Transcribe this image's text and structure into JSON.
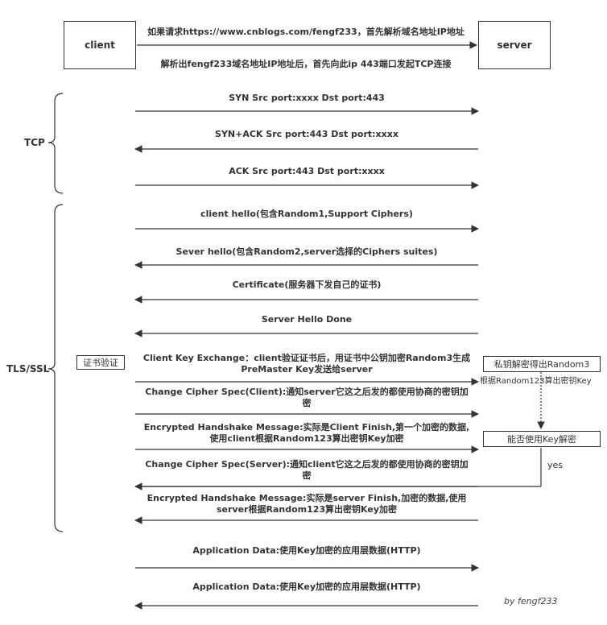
{
  "client_label": "client",
  "server_label": "server",
  "top_message_1": "如果请求https://www.cnblogs.com/fengf233，首先解析域名地址IP地址",
  "top_message_2": "解析出fengf233域名地址IP地址后，首先向此ip 443端口发起TCP连接",
  "tcp_label": "TCP",
  "tls_label": "TLS/SSL",
  "tcp_messages": [
    {
      "text": "SYN  Src port:xxxx  Dst port:443",
      "dir": "right"
    },
    {
      "text": "SYN+ACK  Src port:443  Dst port:xxxx",
      "dir": "left"
    },
    {
      "text": "ACK  Src port:443  Dst port:xxxx",
      "dir": "right"
    }
  ],
  "tls_messages": [
    {
      "text": "client hello(包含Random1,Support Ciphers)",
      "dir": "right"
    },
    {
      "text": "Sever hello(包含Random2,server选择的Ciphers suites)",
      "dir": "left"
    },
    {
      "text": "Certificate(服务器下发自己的证书)",
      "dir": "left"
    },
    {
      "text": "Server Hello Done",
      "dir": "left"
    },
    {
      "text": "Client Key Exchange：client验证证书后，用证书中公钥加密Random3生成PreMaster Key发送给server",
      "dir": "right"
    },
    {
      "text": "Change Cipher Spec(Client):通知server它这之后发的都使用协商的密钥加密",
      "dir": "right"
    },
    {
      "text": "Encrypted Handshake Message:实际是Client Finish,第一个加密的数据,使用client根据Random123算出密钥Key加密",
      "dir": "right"
    },
    {
      "text": "Change Cipher Spec(Server):通知client它这之后发的都使用协商的密钥加密",
      "dir": "left"
    },
    {
      "text": "Encrypted Handshake Message:实际是server Finish,加密的数据,使用server根据Random123算出密钥Key加密",
      "dir": "left"
    }
  ],
  "app_messages": [
    {
      "text": "Application Data:使用Key加密的应用层数据(HTTP)",
      "dir": "right"
    },
    {
      "text": "Application Data:使用Key加密的应用层数据(HTTP)",
      "dir": "left"
    }
  ],
  "cert_verify_label": "证书验证",
  "server_box_1": "私钥解密得出Random3",
  "server_note": "根据Random123算出密钥Key",
  "server_box_2": "能否使用Key解密",
  "yes_label": "yes",
  "byline": "by fengf233"
}
